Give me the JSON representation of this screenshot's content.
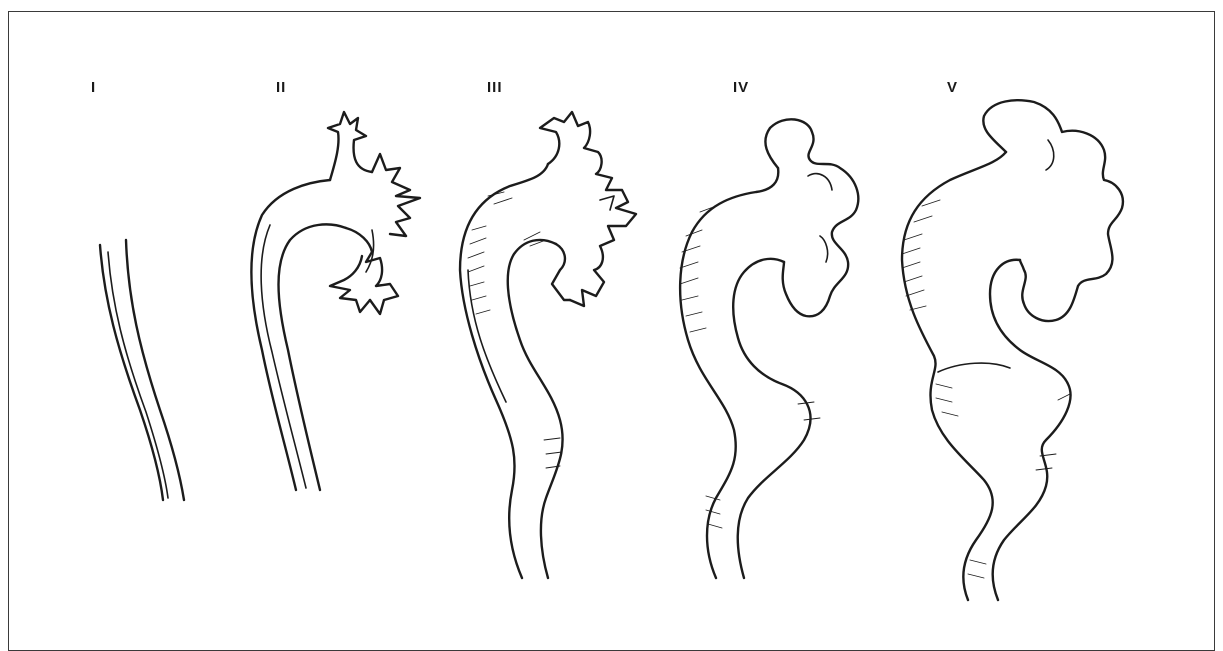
{
  "stages": [
    {
      "id": "I",
      "label": "I"
    },
    {
      "id": "II",
      "label": "II"
    },
    {
      "id": "III",
      "label": "III"
    },
    {
      "id": "IV",
      "label": "IV"
    },
    {
      "id": "V",
      "label": "V"
    }
  ],
  "colors": {
    "ink": "#1c1c1c",
    "frame": "#3a3a3a",
    "background": "#ffffff"
  }
}
